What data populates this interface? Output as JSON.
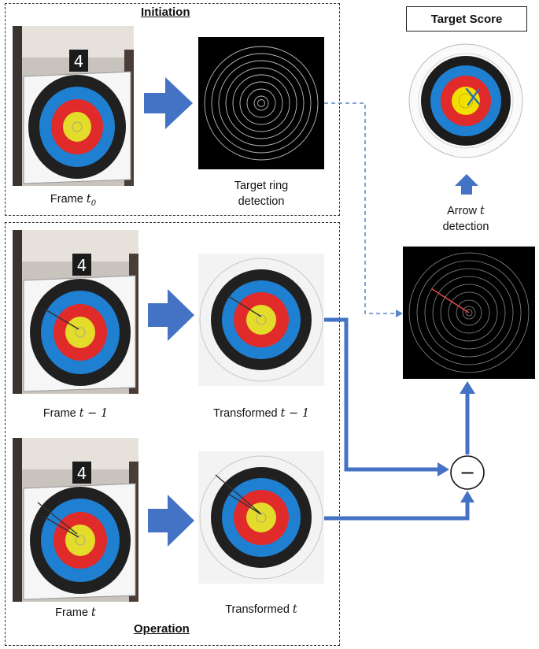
{
  "initiation": {
    "title": "Initiation",
    "frame_t0": {
      "label": "Frame",
      "var": "t",
      "sub": "0"
    },
    "ring_detection": {
      "line1": "Target ring",
      "line2": "detection"
    }
  },
  "operation": {
    "title": "Operation",
    "frame_t_minus_1": {
      "label": "Frame",
      "math": "t − 1"
    },
    "transformed_t_minus_1": {
      "label": "Transformed",
      "math": "t − 1"
    },
    "frame_t": {
      "label": "Frame",
      "math": "t"
    },
    "transformed_t": {
      "label": "Transformed",
      "math": "t"
    }
  },
  "score": {
    "title": "Target Score",
    "arrow_detection": {
      "line1": "Arrow",
      "var": "t",
      "line2": "detection"
    }
  },
  "difference_symbol": "−",
  "sign_number": "4",
  "colors": {
    "flow_arrow": "#4472c4",
    "dashed_connector": "#5b86c9",
    "ring_white": "#f4f4f4",
    "ring_black": "#1c1c1c",
    "ring_blue": "#1f7fd0",
    "ring_red": "#e12a2a",
    "ring_yellow": "#f2e100",
    "arrow_trace_red": "#e04848"
  }
}
